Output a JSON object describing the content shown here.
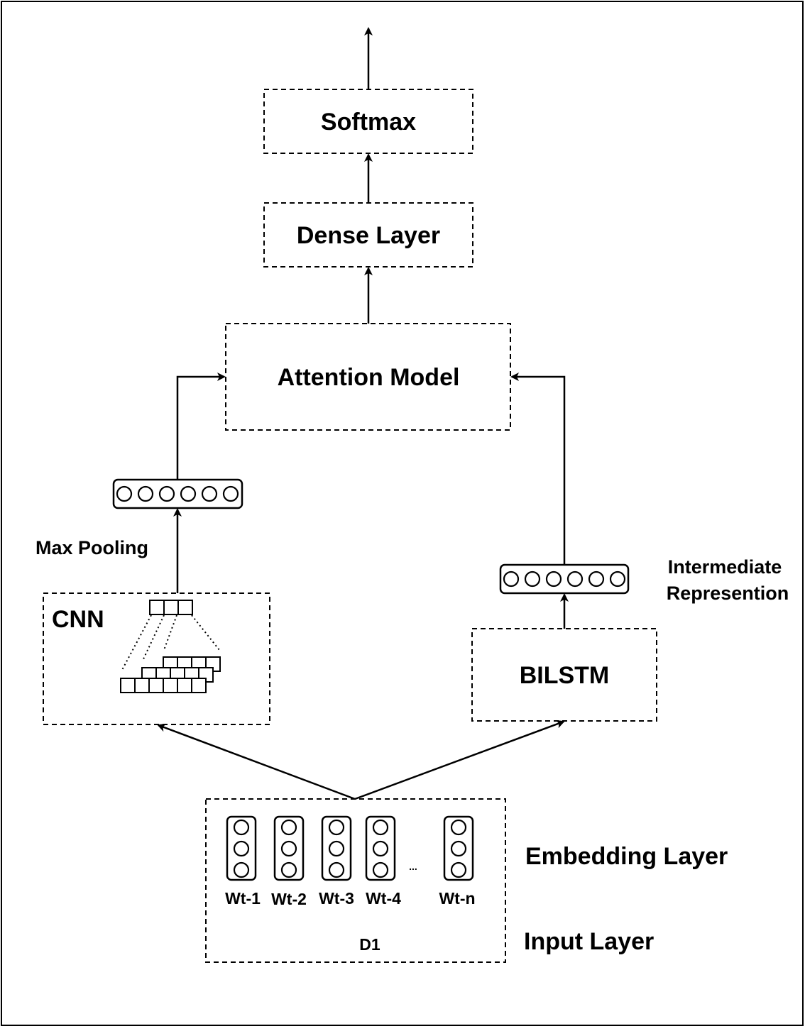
{
  "nodes": {
    "softmax": "Softmax",
    "dense": "Dense Layer",
    "attention": "Attention Model",
    "cnn": "CNN",
    "bilstm": "BILSTM",
    "input_box": "D1"
  },
  "labels": {
    "max_pooling": "Max Pooling",
    "intermediate_line1": "Intermediate",
    "intermediate_line2": "Represention",
    "embedding_layer": "Embedding Layer",
    "input_layer": "Input Layer",
    "ellipsis": "..."
  },
  "tokens": [
    "Wt-1",
    "Wt-2",
    "Wt-3",
    "Wt-4",
    "Wt-n"
  ],
  "colors": {
    "stroke": "#000000",
    "background": "#ffffff"
  }
}
